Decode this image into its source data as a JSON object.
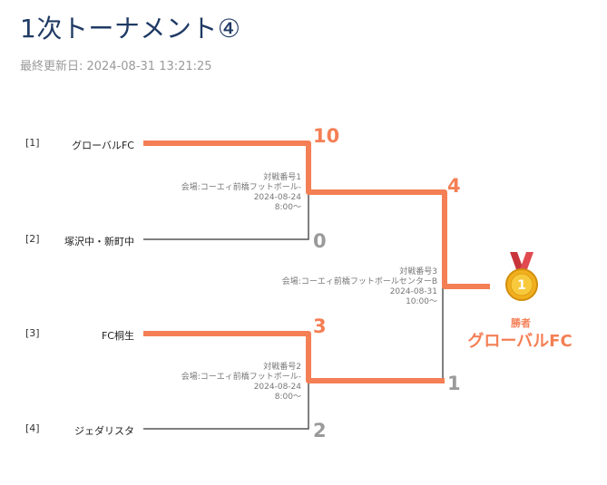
{
  "page": {
    "title": "1次トーナメント④",
    "updated": "最終更新日: 2024-08-31 13:21:25"
  },
  "entries": [
    {
      "seed": "[1]",
      "team": "グローバルFC"
    },
    {
      "seed": "[2]",
      "team": "塚沢中・新町中"
    },
    {
      "seed": "[3]",
      "team": "FC桐生"
    },
    {
      "seed": "[4]",
      "team": "ジェダリスタ"
    }
  ],
  "matches": [
    {
      "scores": [
        "10",
        "0"
      ],
      "no": "対戦番号1",
      "venue": "会場:コーエィ前橋フットボール-",
      "date": "2024-08-24",
      "time": "8:00〜"
    },
    {
      "scores": [
        "3",
        "2"
      ],
      "no": "対戦番号2",
      "venue": "会場:コーエィ前橋フットボール-",
      "date": "2024-08-24",
      "time": "8:00〜"
    },
    {
      "scores": [
        "4",
        "1"
      ],
      "no": "対戦番号3",
      "venue": "会場:コーエィ前橋フットボールセンターB",
      "date": "2024-08-31",
      "time": "10:00〜"
    }
  ],
  "champion": {
    "label": "勝者",
    "name": "グローバルFC",
    "medal_text": "1",
    "icon": "gold-medal-icon"
  },
  "colors": {
    "win": "#f47f55",
    "lose": "#9a9a9a",
    "line": "#555555",
    "title": "#1f3a64"
  }
}
